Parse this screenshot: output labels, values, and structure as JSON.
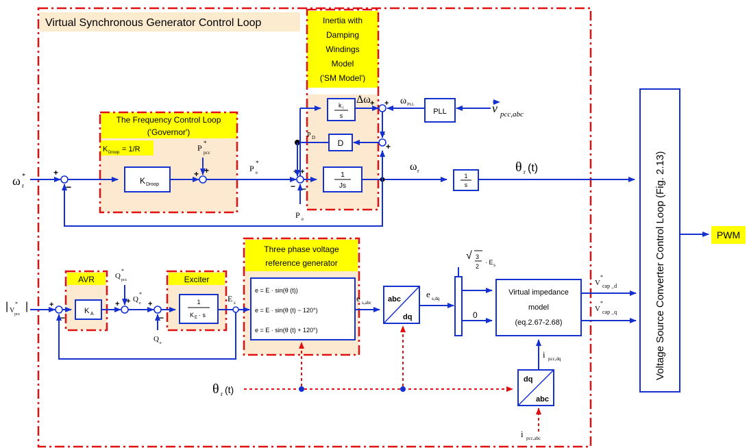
{
  "title": "Virtual Synchronous Generator Control Loop",
  "sm_model": {
    "line1": "Inertia with",
    "line2": "Damping",
    "line3": "Windings",
    "line4": "Model",
    "line5": "('SM Model')"
  },
  "governor": {
    "line1": "The Frequency Control Loop",
    "line2": "('Governor')",
    "kdroop_eq": "K",
    "kdroop_sub": "Droop",
    "eq_rhs": "= 1/R"
  },
  "blocks": {
    "kdroop": "K",
    "kdroop_sub": "Droop",
    "ki_num": "k",
    "ki_sub": "i",
    "ki_den": "s",
    "d": "D",
    "js_num": "1",
    "js_den": "Js",
    "pll": "PLL",
    "int_num": "1",
    "int_den": "s",
    "vsc": "Voltage Source Converter Control Loop (Fig. 2.13)",
    "pwm": "PWM",
    "avr_title": "AVR",
    "ka": "K",
    "ka_sub": "A",
    "exciter_title": "Exciter",
    "exc_num": "1",
    "exc_den": "K",
    "exc_den_sub": "E",
    "exc_den_rest": "· s",
    "three_phase_l1": "Three phase voltage",
    "three_phase_l2": "reference generator",
    "eq1": "e  = E · sin(θ (t))",
    "eq2": "e  = E · sin(θ (t) − 120°)",
    "eq3": "e  = E · sin(θ (t) + 120°)",
    "abc": "abc",
    "dq": "dq",
    "vi_l1": "Virtual impedance",
    "vi_l2": "model",
    "vi_l3": "(eq.2.67-2.68)",
    "dq2": "dq",
    "abc2": "abc"
  },
  "signals": {
    "omega_ref": "ω",
    "omega_ref_sup": "*",
    "omega_ref_sub": "r",
    "p_pcc": "P",
    "p_pcc_sup": "*",
    "p_pcc_sub": "pcc",
    "p_e_star": "P",
    "p_e_star_sup": "*",
    "p_e_star_sub": "e",
    "p_d": "P",
    "p_d_sub": "D",
    "p_e": "P",
    "p_e_sub": "e",
    "delta_omega": "Δω",
    "omega_pll": "ω",
    "omega_pll_sub": "PLL",
    "v_pcc": "v",
    "v_pcc_sub": "pcc,abc",
    "omega_r": "ω",
    "omega_r_sub": "r",
    "theta": "θ",
    "theta_sub": "r",
    "theta_t": "(t)",
    "vpcc_in": "V",
    "vpcc_in_sup": "*",
    "vpcc_in_sub": "pcc",
    "q_pcc": "Q",
    "q_pcc_sup": "*",
    "q_pcc_sub": "pcc",
    "q_e_star": "Q",
    "q_e_star_sup": "*",
    "q_e_star_sub": "e",
    "q_e": "Q",
    "q_e_sub": "e",
    "e_s": "E",
    "e_s_sub": "s",
    "e_abc": "e",
    "e_abc_sub": "s,abc",
    "e_dq": "e",
    "e_dq_sub": "s,dq",
    "sqrt_a": "3",
    "sqrt_b": "2",
    "sqrt_es": "· E",
    "sqrt_es_sub": "s",
    "zero": "0",
    "vcap_d": "V",
    "vcap_d_sup": "*",
    "vcap_d_sub": "cap _d",
    "vcap_q": "V",
    "vcap_q_sup": "*",
    "vcap_q_sub": "cap _q",
    "i_dq": "i",
    "i_dq_sub": "pcc,dq",
    "i_abc": "i",
    "i_abc_sub": "pcc,abc",
    "theta2": "θ",
    "theta2_sub": "r",
    "theta2_t": "(t)"
  }
}
